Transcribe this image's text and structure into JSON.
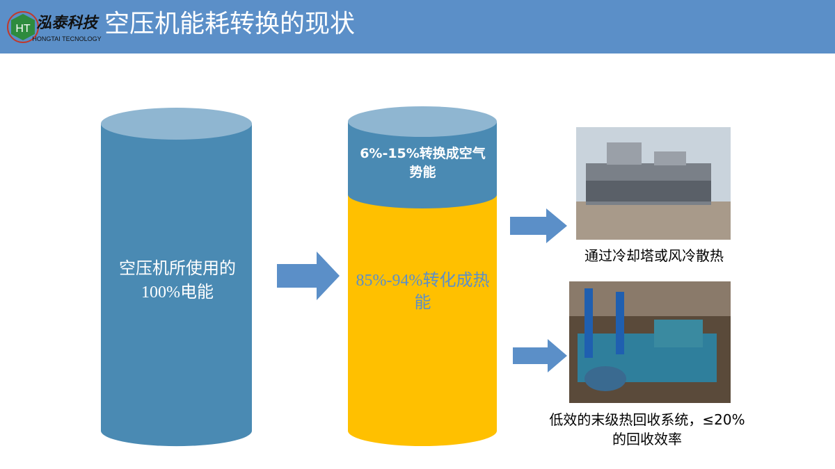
{
  "header": {
    "title": "空压机能耗转换的现状",
    "logo_text": "泓泰科技",
    "logo_sub": "HONGTAI TECNOLOGY",
    "logo_mark": "HT"
  },
  "left_cylinder": {
    "label": "空压机所使用的100%电能",
    "color": "#4a8ab3",
    "top_color": "#8fb6d1"
  },
  "right_cylinder": {
    "top_label": "6%-15%转换成空气势能",
    "bottom_label": "85%-94%转化成热能",
    "blue": "#4a8ab3",
    "yellow": "#ffc000"
  },
  "outputs": [
    {
      "caption": "通过冷却塔或风冷散热",
      "image": "cooling-tower-photo"
    },
    {
      "caption": "低效的末级热回收系统，≤20%的回收效率",
      "image": "heat-recovery-equipment-photo"
    }
  ],
  "colors": {
    "header": "#5b8fc8",
    "arrow": "#5b8fc8"
  }
}
